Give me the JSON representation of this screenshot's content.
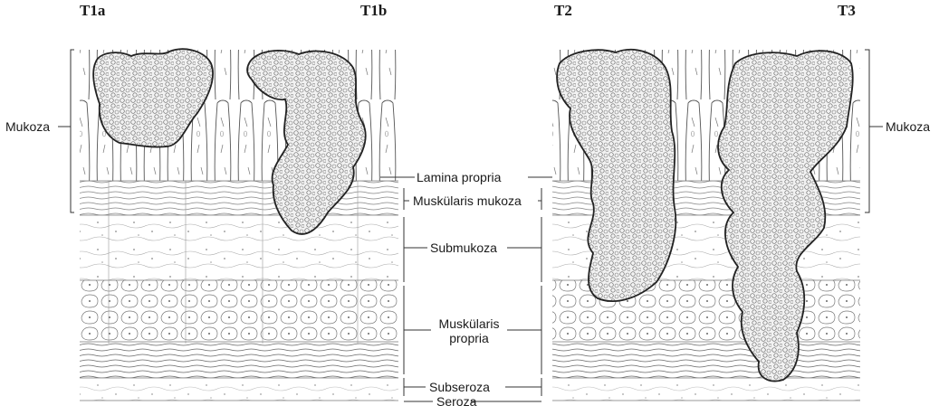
{
  "stages": [
    "T1a",
    "T1b",
    "T2",
    "T3"
  ],
  "left_label": "Mukoza",
  "right_label": "Mukoza",
  "layers": {
    "lamina_propria": "Lamina propria",
    "muscularis_mucosa": "Muskülaris mukoza",
    "submucosa": "Submukoza",
    "muscularis_propria_1": "Muskülaris",
    "muscularis_propria_2": "propria",
    "subserosa": "Subseroza",
    "serosa": "Seroza"
  }
}
